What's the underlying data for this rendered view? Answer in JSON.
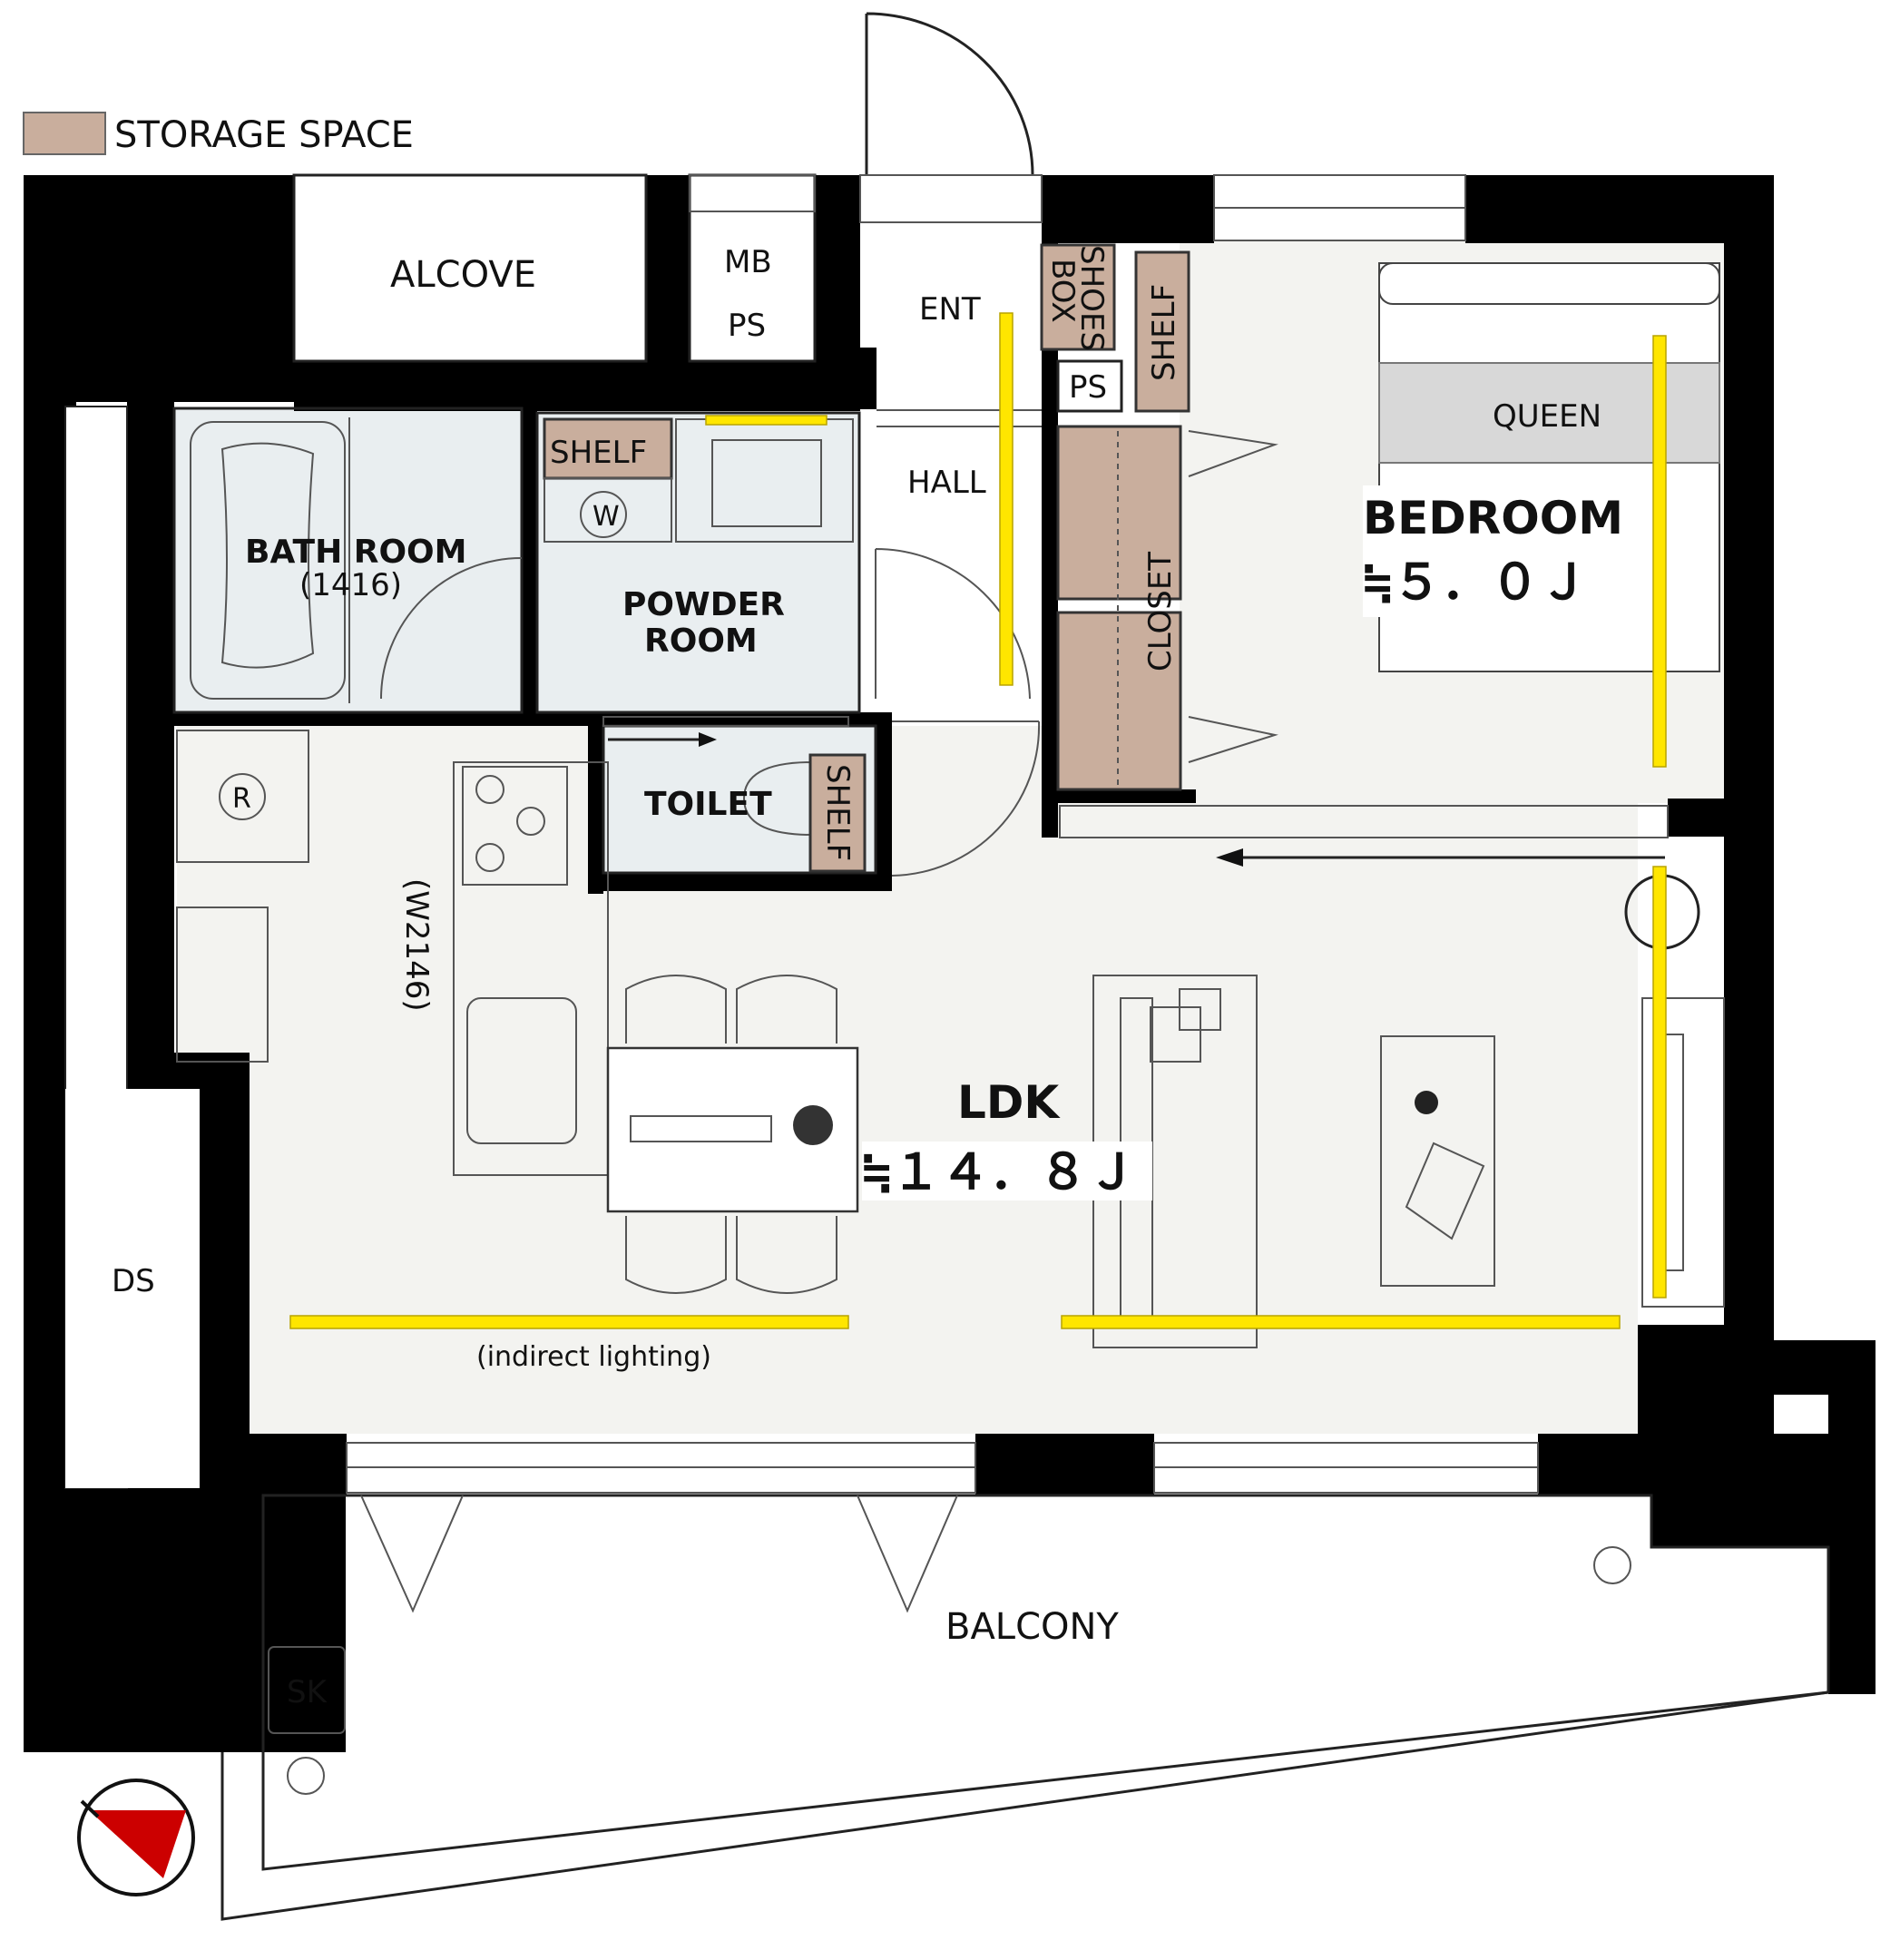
{
  "legend": {
    "storage_label": "STORAGE SPACE",
    "storage_color": "#c9ae9d"
  },
  "rooms": {
    "alcove": "ALCOVE",
    "mb": "MB",
    "ps_top": "PS",
    "ent": "ENT",
    "shoes_box_1": "SHOES",
    "shoes_box_2": "BOX",
    "shelf_ent": "SHELF",
    "ps_mid": "PS",
    "hall": "HALL",
    "bath_room": "BATH ROOM",
    "bath_size": "(1416)",
    "shelf_powder": "SHELF",
    "washer_symbol": "W",
    "powder_room_1": "POWDER",
    "powder_room_2": "ROOM",
    "toilet": "TOILET",
    "shelf_toilet": "SHELF",
    "closet": "CLOSET",
    "queen": "QUEEN",
    "bedroom": "BEDROOM",
    "bedroom_area": "≒５．０Ｊ",
    "fridge_symbol": "R",
    "kitchen_width": "(W2146)",
    "ldk": "LDK",
    "ldk_area": "≒１４．８Ｊ",
    "indirect_lighting": "(indirect lighting)",
    "ds": "DS",
    "balcony": "BALCONY",
    "sk": "SK"
  },
  "colors": {
    "wall": "#000000",
    "floor": "#f3f3f0",
    "wet_area": "#e9eef0",
    "indirect_light": "#ffe600",
    "compass_arrow": "#cc0000"
  }
}
